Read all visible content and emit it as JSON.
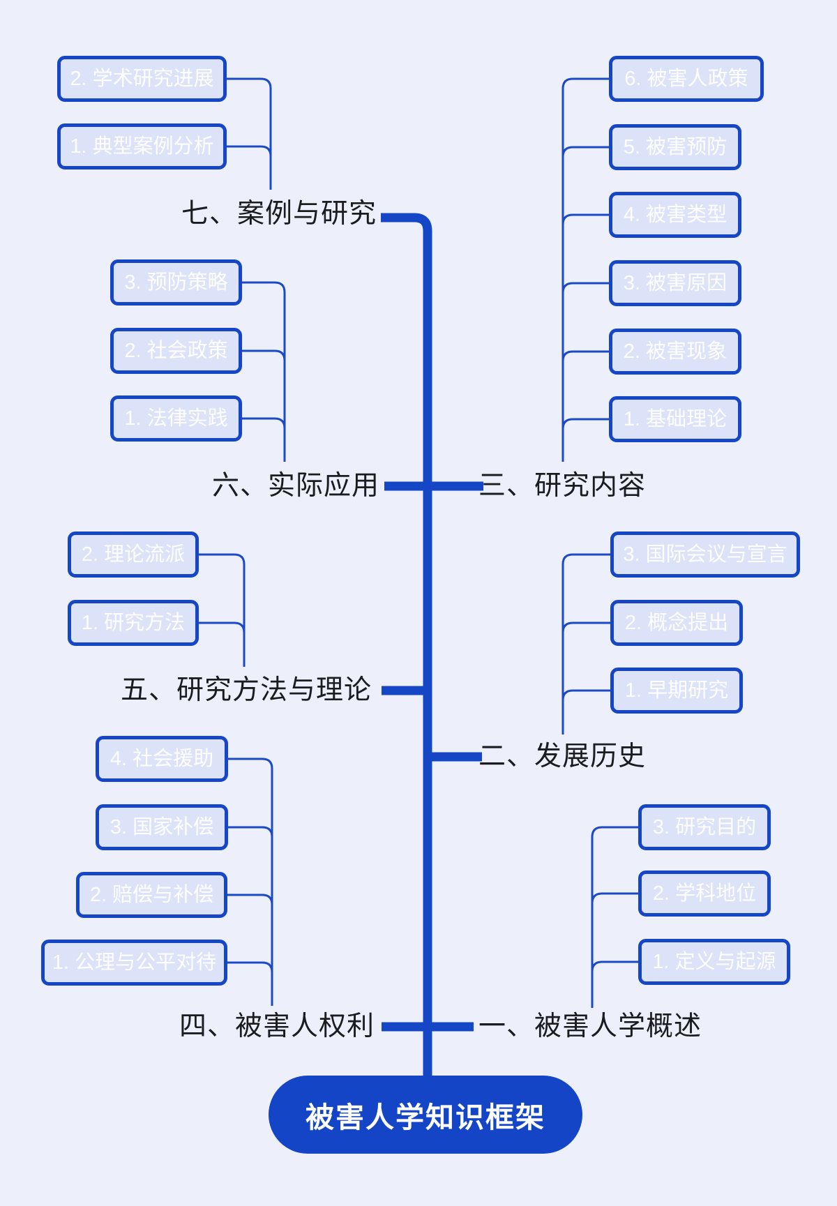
{
  "title": "被害人学知识框架",
  "colors": {
    "background": "#edf0fa",
    "accent_blue": "#1546c6",
    "connector_blue": "#1c4ac5",
    "child_fill": "#dce3f8",
    "child_text": "#ffffff",
    "label_text": "#1a1c20",
    "root_text": "#ffffff"
  },
  "root": {
    "label": "被害人学知识框架"
  },
  "branches": [
    {
      "label": "一、被害人学概述",
      "children": [
        {
          "label": "1. 定义与起源"
        },
        {
          "label": "2. 学科地位"
        },
        {
          "label": "3. 研究目的"
        }
      ]
    },
    {
      "label": "二、发展历史",
      "children": [
        {
          "label": "1. 早期研究"
        },
        {
          "label": "2. 概念提出"
        },
        {
          "label": "3. 国际会议与宣言"
        }
      ]
    },
    {
      "label": "三、研究内容",
      "children": [
        {
          "label": "1. 基础理论"
        },
        {
          "label": "2. 被害现象"
        },
        {
          "label": "3. 被害原因"
        },
        {
          "label": "4. 被害类型"
        },
        {
          "label": "5. 被害预防"
        },
        {
          "label": "6. 被害人政策"
        }
      ]
    },
    {
      "label": "四、被害人权利",
      "children": [
        {
          "label": "1. 公理与公平对待"
        },
        {
          "label": "2. 赔偿与补偿"
        },
        {
          "label": "3. 国家补偿"
        },
        {
          "label": "4. 社会援助"
        }
      ]
    },
    {
      "label": "五、研究方法与理论",
      "children": [
        {
          "label": "1. 研究方法"
        },
        {
          "label": "2. 理论流派"
        }
      ]
    },
    {
      "label": "六、实际应用",
      "children": [
        {
          "label": "1. 法律实践"
        },
        {
          "label": "2. 社会政策"
        },
        {
          "label": "3. 预防策略"
        }
      ]
    },
    {
      "label": "七、案例与研究",
      "children": [
        {
          "label": "1. 典型案例分析"
        },
        {
          "label": "2. 学术研究进展"
        }
      ]
    }
  ]
}
